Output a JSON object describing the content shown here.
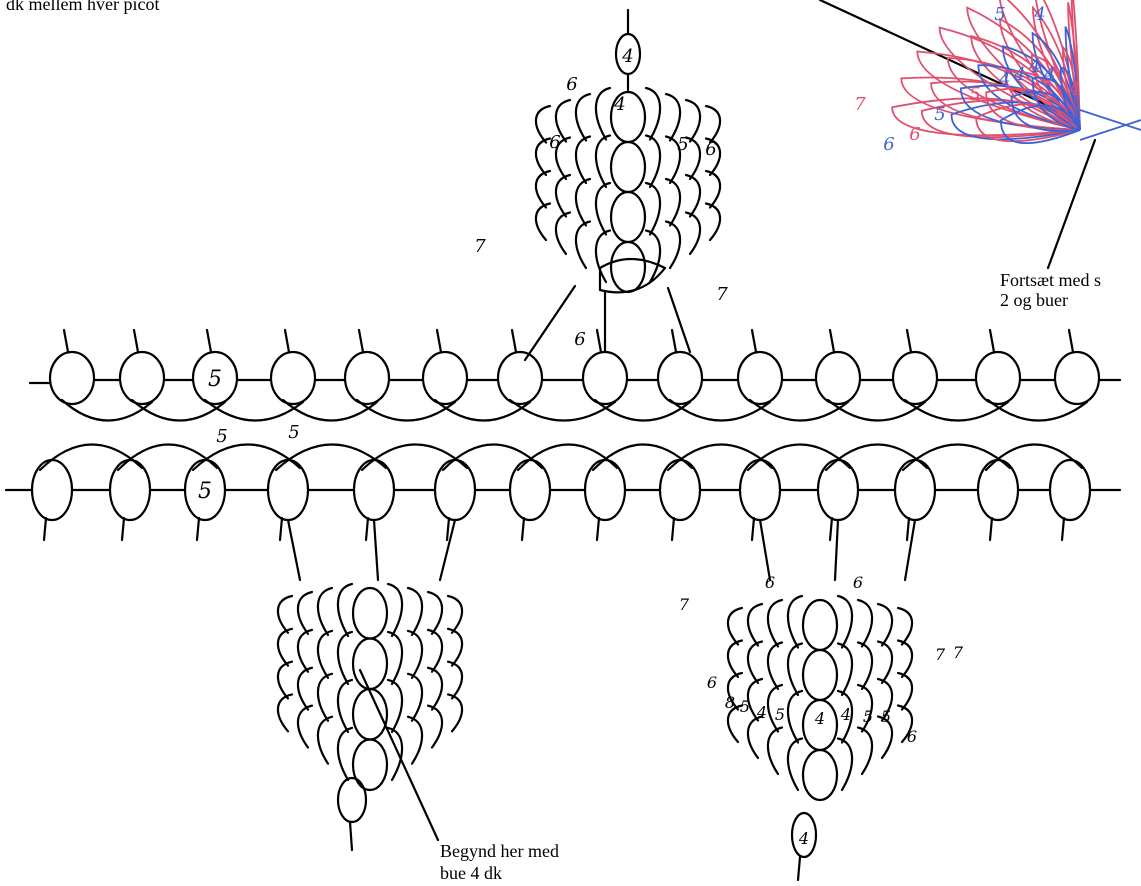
{
  "notes": {
    "top_left": "dk mellem hver picot",
    "right": "Fortsæt med s",
    "right_line2": "2 og buer",
    "bottom": "Begynd her med",
    "bottom_line2": "bue 4 dk"
  },
  "digits": {
    "four": "4",
    "five": "5",
    "six": "6",
    "seven": "7",
    "eight": "8"
  },
  "colors": {
    "ink": "#000000",
    "inset_red": "#e0506e",
    "inset_blue": "#3b63d8"
  }
}
